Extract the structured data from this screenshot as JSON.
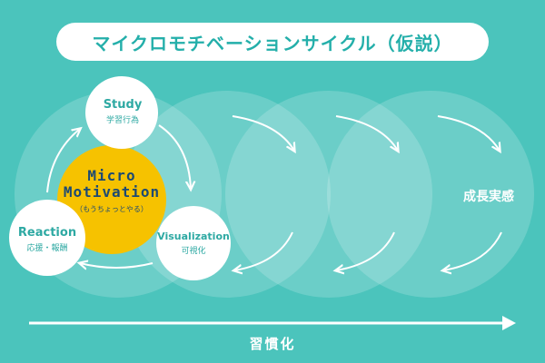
{
  "title": "マイクロモチベーションサイクル（仮説）",
  "center": {
    "line1": "Micro",
    "line2": "Motivation",
    "sub": "（もうちょっとやる）"
  },
  "nodes": {
    "study": {
      "en": "Study",
      "jp": "学習行為"
    },
    "visualization": {
      "en": "Visualization",
      "jp": "可視化"
    },
    "reaction": {
      "en": "Reaction",
      "jp": "応援・報酬"
    }
  },
  "side_label": "成長実感",
  "bottom_label": "習慣化",
  "colors": {
    "background": "#4bc4bc",
    "title_text": "#24afaa",
    "center_fill": "#f6c200",
    "center_text": "#1d4a73",
    "node_fill": "#ffffff"
  }
}
